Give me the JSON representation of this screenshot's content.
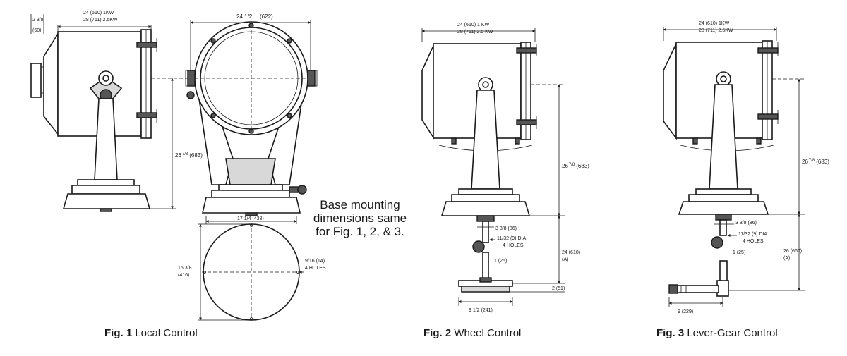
{
  "fig1": {
    "caption_num": "Fig. 1",
    "caption_text": "Local Control",
    "dim_height": "26",
    "dim_height_frac": "7/8",
    "dim_height_mm": "(683)",
    "dim_depth_1kw": "24 (610) 1KW",
    "dim_depth_25kw": "28 (711) 2.5KW",
    "dim_lens_offset": "2 3/8",
    "dim_lens_offset_mm": "(60)",
    "dim_width": "24 1/2",
    "dim_width_mm": "(622)",
    "dim_base": "17 1/4",
    "dim_base_mm": "(438)",
    "dim_circle": "16 3/8",
    "dim_circle_mm": "(416)",
    "dim_hole": "9/16",
    "dim_hole_mm": "(14)",
    "dim_holes": "4 HOLES"
  },
  "note": {
    "line1": "Base mounting",
    "line2": "dimensions same",
    "line3": "for Fig. 1, 2, & 3."
  },
  "fig2": {
    "caption_num": "Fig. 2",
    "caption_text": "Wheel Control",
    "dim_depth_1kw": "24 (610) 1 KW",
    "dim_depth_25kw": "28 (711) 2.5 KW",
    "dim_height": "26",
    "dim_height_frac": "7/8",
    "dim_height_mm": "(683)",
    "dim_shaft": "3 3/8",
    "dim_shaft_mm": "(86)",
    "dim_dia": "11/32",
    "dim_dia_mm": "(9) DIA",
    "dim_holes": "4 HOLES",
    "dim_bolt": "1 (25)",
    "dim_lower": "24 (610)",
    "dim_lower_a": "(A)",
    "dim_wheel_h": "2 (51)",
    "dim_wheel_w": "9 1/2",
    "dim_wheel_w_mm": "(241)"
  },
  "fig3": {
    "caption_num": "Fig. 3",
    "caption_text": "Lever-Gear Control",
    "dim_depth_1kw": "24 (610) 1KW",
    "dim_depth_25kw": "28 (711) 2.5KW",
    "dim_height": "26",
    "dim_height_frac": "7/8",
    "dim_height_mm": "(683)",
    "dim_shaft": "3 3/8",
    "dim_shaft_mm": "(86)",
    "dim_dia": "11/32",
    "dim_dia_mm": "(9) DIA",
    "dim_holes": "4 HOLES",
    "dim_bolt": "1 (25)",
    "dim_lower": "26 (660)",
    "dim_lower_a": "(A)",
    "dim_lever": "9 (229)"
  }
}
